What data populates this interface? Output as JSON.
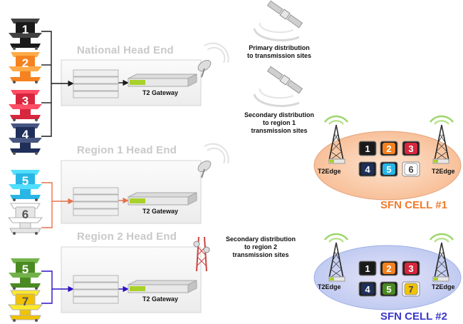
{
  "headends": [
    {
      "title": "National Head End",
      "gateway": "T2 Gateway"
    },
    {
      "title": "Region 1 Head End",
      "gateway": "T2 Gateway"
    },
    {
      "title": "Region 2 Head End",
      "gateway": "T2 Gateway"
    }
  ],
  "distribution": {
    "primary": "Primary distribution\nto transmission sites",
    "secondary_1": "Secondary distribution\nto region 1\ntransmission sites",
    "secondary_2": "Secondary distribution\nto region 2\ntransmission sites"
  },
  "cells": [
    {
      "title": "SFN CELL #1",
      "edge_left": "T2Edge",
      "edge_right": "T2Edge",
      "color": "#f07a2a"
    },
    {
      "title": "SFN CELL #2",
      "edge_left": "T2Edge",
      "edge_right": "T2Edge",
      "color": "#3a37c8"
    }
  ],
  "channels": {
    "national": [
      {
        "num": "1",
        "color": "#1a1a1a"
      },
      {
        "num": "2",
        "color": "#f58220"
      },
      {
        "num": "3",
        "color": "#d7263d"
      },
      {
        "num": "4",
        "color": "#1f2f5a"
      }
    ],
    "region1": [
      {
        "num": "5",
        "color": "#29b6e6"
      },
      {
        "num": "6",
        "color": "#e6e6e6"
      }
    ],
    "region2": [
      {
        "num": "5",
        "color": "#4b8a22"
      },
      {
        "num": "7",
        "color": "#f2c200"
      }
    ]
  },
  "tiles": {
    "cell1": [
      {
        "num": "1",
        "color": "#1a1a1a"
      },
      {
        "num": "2",
        "color": "#f58220"
      },
      {
        "num": "3",
        "color": "#d7263d"
      },
      {
        "num": "4",
        "color": "#1f2f5a"
      },
      {
        "num": "5",
        "color": "#29b6e6"
      },
      {
        "num": "6",
        "color": "#ffffff"
      }
    ],
    "cell2": [
      {
        "num": "1",
        "color": "#1a1a1a"
      },
      {
        "num": "2",
        "color": "#f58220"
      },
      {
        "num": "3",
        "color": "#d7263d"
      },
      {
        "num": "4",
        "color": "#1f2f5a"
      },
      {
        "num": "5",
        "color": "#4b8a22"
      },
      {
        "num": "7",
        "color": "#f2c200"
      }
    ]
  },
  "link_colors": {
    "national": "#1a1a1a",
    "region1": "#e8704a",
    "region2": "#2a10c8"
  }
}
